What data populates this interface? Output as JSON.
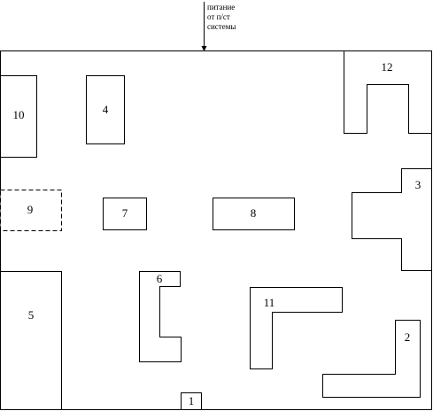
{
  "power_note": [
    "питание",
    "от п/ст",
    "системы"
  ],
  "labels": {
    "n1": "1",
    "n2": "2",
    "n3": "3",
    "n4": "4",
    "n5": "5",
    "n6": "6",
    "n7": "7",
    "n8": "8",
    "n9": "9",
    "n10": "10",
    "n11": "11",
    "n12": "12"
  }
}
